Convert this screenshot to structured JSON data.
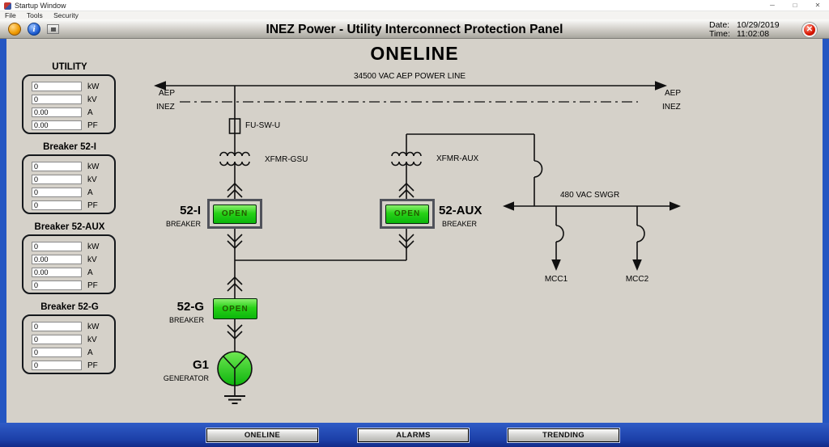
{
  "colors": {
    "accent_blue": "#2456c2",
    "open_green": "#1cc414",
    "background_gray": "#d5d1c9"
  },
  "titlebar": {
    "title": "Startup Window",
    "minimize_glyph": "─",
    "maximize_glyph": "□",
    "close_glyph": "✕"
  },
  "menubar": {
    "items": [
      {
        "label": "File"
      },
      {
        "label": "Tools"
      },
      {
        "label": "Security"
      }
    ]
  },
  "header": {
    "title": "INEZ Power - Utility Interconnect Protection Panel",
    "info_glyph": "i",
    "close_glyph": "✕",
    "date_label": "Date:",
    "date_value": "10/29/2019",
    "time_label": "Time:",
    "time_value": "11:02:08"
  },
  "main_title": "ONELINE",
  "meter_panels": [
    {
      "title": "UTILITY",
      "rows": [
        {
          "value": "0",
          "unit": "kW"
        },
        {
          "value": "0",
          "unit": "kV"
        },
        {
          "value": "0.00",
          "unit": "A"
        },
        {
          "value": "0.00",
          "unit": "PF"
        }
      ]
    },
    {
      "title": "Breaker 52-I",
      "rows": [
        {
          "value": "0",
          "unit": "kW"
        },
        {
          "value": "0",
          "unit": "kV"
        },
        {
          "value": "0",
          "unit": "A"
        },
        {
          "value": "0",
          "unit": "PF"
        }
      ]
    },
    {
      "title": "Breaker 52-AUX",
      "rows": [
        {
          "value": "0",
          "unit": "kW"
        },
        {
          "value": "0.00",
          "unit": "kV"
        },
        {
          "value": "0.00",
          "unit": "A"
        },
        {
          "value": "0",
          "unit": "PF"
        }
      ]
    },
    {
      "title": "Breaker 52-G",
      "rows": [
        {
          "value": "0",
          "unit": "kW"
        },
        {
          "value": "0",
          "unit": "kV"
        },
        {
          "value": "0",
          "unit": "A"
        },
        {
          "value": "0",
          "unit": "PF"
        }
      ]
    }
  ],
  "diagram": {
    "power_line_label": "34500 VAC AEP POWER LINE",
    "boundary": {
      "left_top": "AEP",
      "left_bottom": "INEZ",
      "right_top": "AEP",
      "right_bottom": "INEZ"
    },
    "fuse_label": "FU-SW-U",
    "xfmr_gsu_label": "XFMR-GSU",
    "xfmr_aux_label": "XFMR-AUX",
    "swgr_label": "480 VAC SWGR",
    "mcc1_label": "MCC1",
    "mcc2_label": "MCC2",
    "breaker_52i": {
      "name": "52-I",
      "sub": "BREAKER",
      "state": "OPEN"
    },
    "breaker_52aux": {
      "name": "52-AUX",
      "sub": "BREAKER",
      "state": "OPEN"
    },
    "breaker_52g": {
      "name": "52-G",
      "sub": "BREAKER",
      "state": "OPEN"
    },
    "generator": {
      "name": "G1",
      "sub": "GENERATOR"
    }
  },
  "footer": {
    "buttons": [
      {
        "label": "ONELINE"
      },
      {
        "label": "ALARMS"
      },
      {
        "label": "TRENDING"
      }
    ]
  }
}
